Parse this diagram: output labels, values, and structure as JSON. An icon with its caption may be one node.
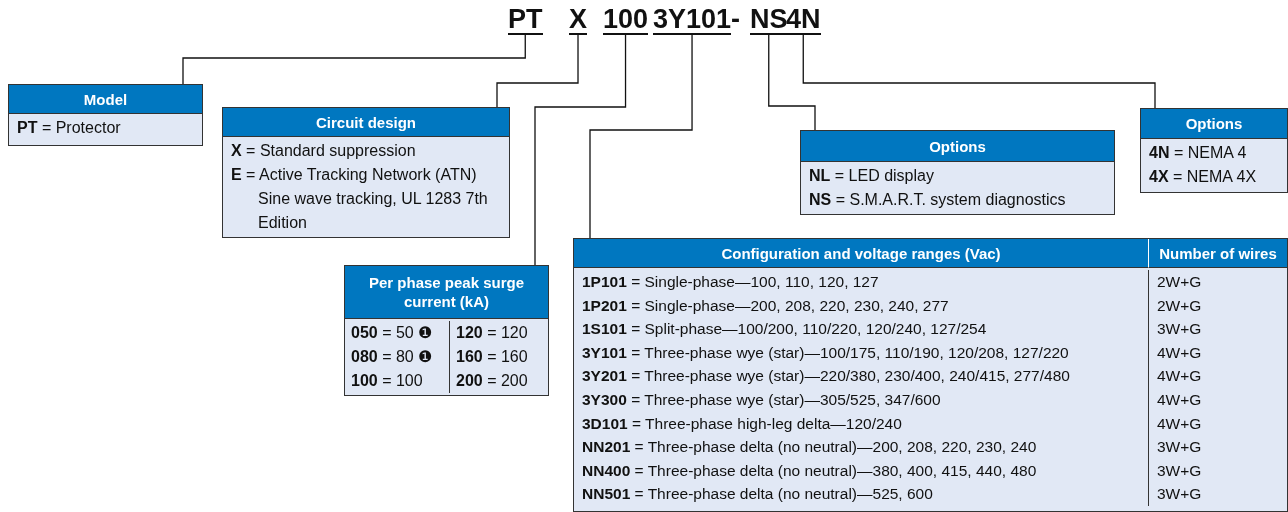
{
  "diagram": {
    "nodes": [
      {
        "text": [
          "PT"
        ]
      },
      {
        "text": [
          "X"
        ]
      },
      {
        "text": [
          "100"
        ]
      },
      {
        "text": [
          "3Y101"
        ]
      },
      {
        "text": [
          "NS"
        ]
      },
      {
        "text": [
          "4N"
        ]
      },
      {
        "text": [
          "Model",
          "**PT** = Protector"
        ]
      },
      {
        "text": [
          "Circuit design",
          "**X** = Standard suppression",
          "**E** = Active Tracking Network (ATN) Sine wave tracking, UL 1283 7th Edition"
        ]
      },
      {
        "text": [
          "Per phase peak surge current (kA)",
          "**050** = 50 ❶",
          "**120** = 120",
          "**080** = 80 ❶",
          "**160** = 160",
          "**100** = 100",
          "**200** = 200"
        ]
      },
      {
        "text": [
          "Configuration and voltage ranges (Vac)",
          "Number of wires",
          "**1P101** = Single-phase—100, 110, 120, 127",
          "2W+G",
          "**1P201** = Single-phase—200, 208, 220, 230, 240, 277",
          "2W+G",
          "**1S101** = Split-phase—100/200, 110/220, 120/240, 127/254",
          "3W+G",
          "**3Y101** = Three-phase wye (star)—100/175, 110/190, 120/208, 127/220",
          "4W+G",
          "**3Y201** = Three-phase wye (star)—220/380, 230/400, 240/415, 277/480",
          "4W+G",
          "**3Y300** = Three-phase wye (star)—305/525, 347/600",
          "4W+G",
          "**3D101** = Three-phase high-leg delta—120/240",
          "4W+G",
          "**NN201** = Three-phase delta (no neutral)—200, 208, 220, 230, 240",
          "3W+G",
          "**NN400** = Three-phase delta (no neutral)—380, 400, 415, 440, 480",
          "3W+G",
          "**NN501** = Three-phase delta (no neutral)—525, 600",
          "3W+G"
        ]
      },
      {
        "text": [
          "Options",
          "**NL** = LED display",
          "**NS** = S.M.A.R.T. system diagnostics"
        ]
      },
      {
        "text": [
          "Options",
          "**4N** = NEMA 4",
          "**4X** = NEMA 4X"
        ]
      }
    ],
    "edges": [
      {
        "from": 0,
        "to": 6,
        "arrow": "none"
      },
      {
        "from": 1,
        "to": 7,
        "arrow": "none"
      },
      {
        "from": 2,
        "to": 8,
        "arrow": "none"
      },
      {
        "from": 3,
        "to": 9,
        "arrow": "none"
      },
      {
        "from": 4,
        "to": 10,
        "arrow": "none"
      },
      {
        "from": 5,
        "to": 11,
        "arrow": "none"
      }
    ],
    "labels": [
      "-"
    ]
  }
}
